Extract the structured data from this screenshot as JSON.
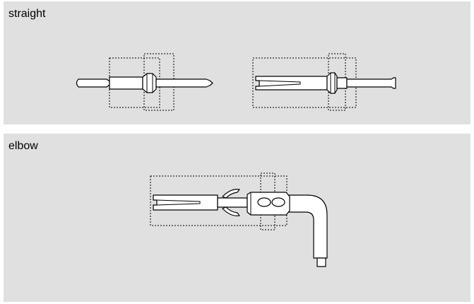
{
  "sections": [
    {
      "id": "straight",
      "label": "straight"
    },
    {
      "id": "elbow",
      "label": "elbow"
    }
  ]
}
